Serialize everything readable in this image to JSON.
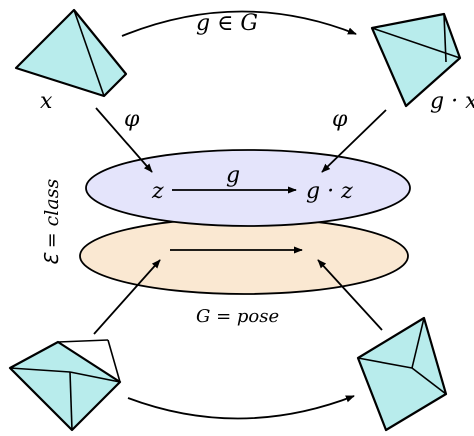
{
  "labels": {
    "x": "x",
    "gx": "g · x",
    "g_in_G": "g ∈ G",
    "phi_left": "φ",
    "phi_right": "φ",
    "z": "z",
    "g_top": "g",
    "gz": "g · z",
    "epsilon_class": "ℇ = class",
    "G_pose": "G = pose"
  },
  "colors": {
    "shape_fill": "#b8ecec",
    "class_ellipse": "#e4e4fb",
    "pose_ellipse": "#fae8d2",
    "stroke": "#000000"
  }
}
